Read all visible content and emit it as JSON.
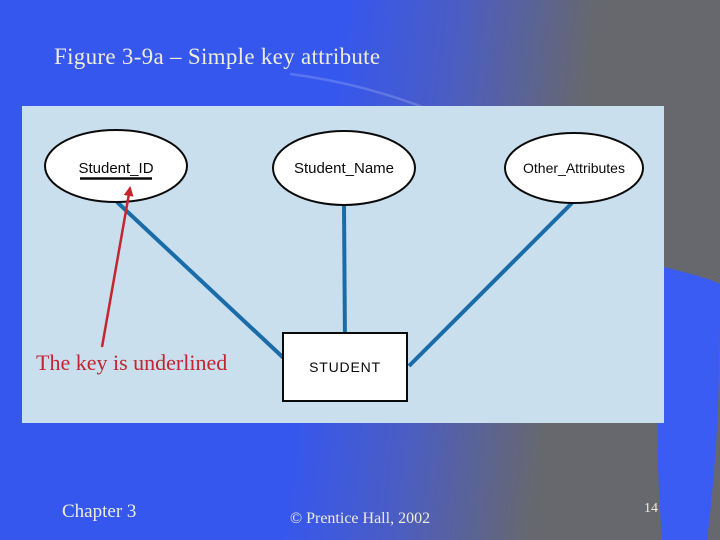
{
  "slide": {
    "title": "Figure 3-9a – Simple key attribute",
    "annotation": "The key is underlined",
    "footer": {
      "chapter": "Chapter 3",
      "copyright": "© Prentice Hall, 2002",
      "page_number": "14"
    }
  },
  "diagram": {
    "type": "er-attribute-diagram",
    "entity_label": "STUDENT",
    "attributes": [
      {
        "label": "Student_ID",
        "is_key": true
      },
      {
        "label": "Student_Name",
        "is_key": false
      },
      {
        "label": "Other_Attributes",
        "is_key": false
      }
    ]
  },
  "colors": {
    "background_blue": "#3657ee",
    "background_gray": "#67686e",
    "swoosh_blue": "#3b5cf3",
    "panel_light_blue": "#c9dfee",
    "title_cream": "#eeeddc",
    "annotation_red": "#c22531",
    "connector_blue": "#1a6ca8"
  }
}
